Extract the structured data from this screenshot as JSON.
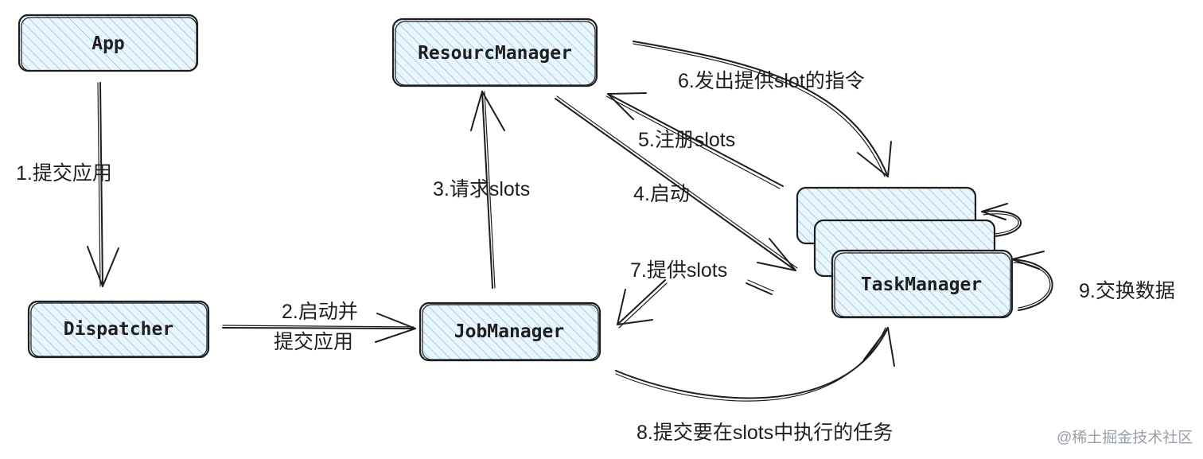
{
  "nodes": {
    "app": "App",
    "dispatcher": "Dispatcher",
    "resource_manager": "ResourcManager",
    "job_manager": "JobManager",
    "task_manager": "TaskManager"
  },
  "edges": {
    "submit_app": "1.提交应用",
    "start_and_submit_line1": "2.启动并",
    "start_and_submit_line2": "提交应用",
    "request_slots": "3.请求slots",
    "start": "4.启动",
    "register_slots": "5.注册slots",
    "offer_slot_instruction": "6.发出提供slot的指令",
    "provide_slots": "7.提供slots",
    "submit_tasks": "8.提交要在slots中执行的任务",
    "exchange_data": "9.交换数据"
  },
  "watermark": "@稀土掘金技术社区",
  "colors": {
    "hatch": "#8fc3e6",
    "stroke": "#1e1e1e",
    "fill_bg": "#e8f4fb"
  }
}
